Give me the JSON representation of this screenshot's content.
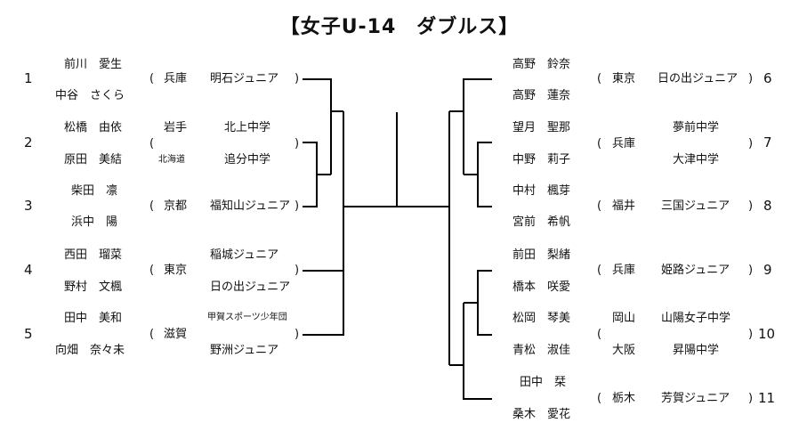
{
  "title": "【女子U-14　ダブルス】",
  "left": [
    {
      "no": "1",
      "p1": "前川　愛生",
      "p2": "中谷　さくら",
      "pref1": "兵庫",
      "club1": "明石ジュニア",
      "pref2": "",
      "club2": ""
    },
    {
      "no": "2",
      "p1": "松橋　由依",
      "p2": "原田　美結",
      "pref1": "岩手",
      "club1": "北上中学",
      "pref2": "北海道",
      "club2": "追分中学"
    },
    {
      "no": "3",
      "p1": "柴田　凛",
      "p2": "浜中　陽",
      "pref1": "京都",
      "club1": "福知山ジュニア",
      "pref2": "",
      "club2": ""
    },
    {
      "no": "4",
      "p1": "西田　瑠菜",
      "p2": "野村　文楓",
      "pref1": "東京",
      "club1": "稲城ジュニア",
      "pref2": "",
      "club2": "日の出ジュニア"
    },
    {
      "no": "5",
      "p1": "田中　美和",
      "p2": "向畑　奈々未",
      "pref1": "滋賀",
      "club1": "甲賀スポーツ少年団",
      "pref2": "",
      "club2": "野洲ジュニア"
    }
  ],
  "right": [
    {
      "no": "6",
      "p1": "高野　鈴奈",
      "p2": "高野　蓮奈",
      "pref1": "東京",
      "club1": "日の出ジュニア",
      "pref2": "",
      "club2": ""
    },
    {
      "no": "7",
      "p1": "望月　聖那",
      "p2": "中野　莉子",
      "pref1": "兵庫",
      "club1": "夢前中学",
      "pref2": "",
      "club2": "大津中学"
    },
    {
      "no": "8",
      "p1": "中村　楓芽",
      "p2": "宮前　希帆",
      "pref1": "福井",
      "club1": "三国ジュニア",
      "pref2": "",
      "club2": ""
    },
    {
      "no": "9",
      "p1": "前田　梨緒",
      "p2": "橋本　咲愛",
      "pref1": "兵庫",
      "club1": "姫路ジュニア",
      "pref2": "",
      "club2": ""
    },
    {
      "no": "10",
      "p1": "松岡　琴美",
      "p2": "青松　淑佳",
      "pref1": "岡山",
      "club1": "山陽女子中学",
      "pref2": "大阪",
      "club2": "昇陽中学"
    },
    {
      "no": "11",
      "p1": "田中　栞",
      "p2": "桑木　愛花",
      "pref1": "栃木",
      "club1": "芳賀ジュニア",
      "pref2": "",
      "club2": ""
    }
  ],
  "paren_open": "(",
  "paren_close": ")"
}
